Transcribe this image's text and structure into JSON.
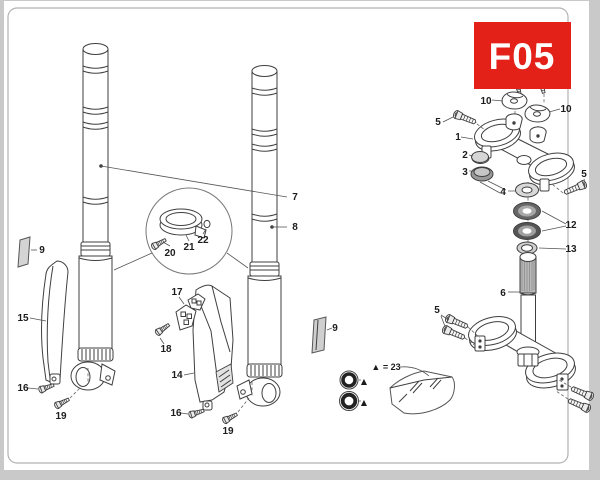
{
  "badge": {
    "code": "F05",
    "color": "#e32119"
  },
  "legend": {
    "kit_equals": "▲ = 23",
    "triangle": "▲"
  },
  "callouts": {
    "c1": "1",
    "c2": "2",
    "c3": "3",
    "c4": "4",
    "c5a": "5",
    "c5b": "5",
    "c5c": "5",
    "c6": "6",
    "c7": "7",
    "c8": "8",
    "c9a": "9",
    "c9b": "9",
    "c10a": "10",
    "c10b": "10",
    "c12": "12",
    "c13": "13",
    "c14": "14",
    "c15": "15",
    "c16a": "16",
    "c16b": "16",
    "c17": "17",
    "c18": "18",
    "c19a": "19",
    "c19b": "19",
    "c20": "20",
    "c21": "21",
    "c22": "22"
  }
}
